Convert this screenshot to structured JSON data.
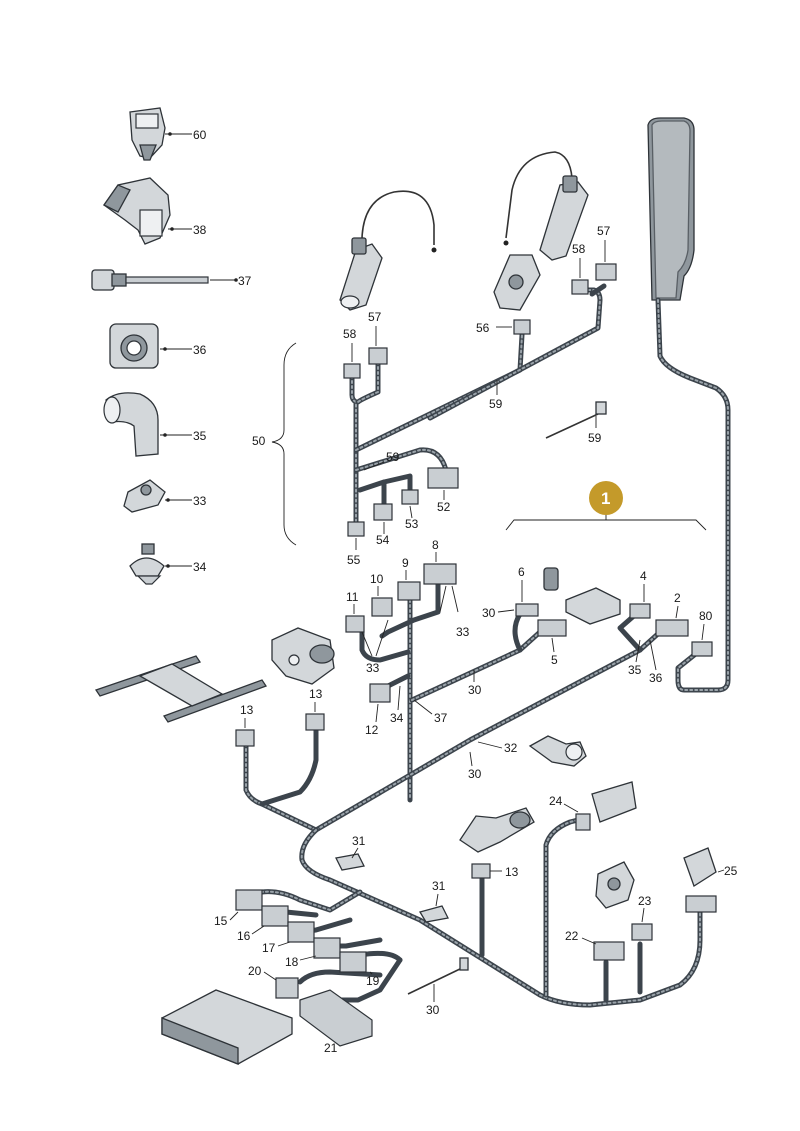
{
  "diagram": {
    "badge": {
      "text": "1",
      "color": "#c49a2a"
    },
    "colors": {
      "harness": "#3c444c",
      "part": "#d3d7da",
      "outline": "#2e3338"
    },
    "labels": {
      "l60": "60",
      "l38": "38",
      "l37": "37",
      "l36": "36",
      "l35": "35",
      "l33": "33",
      "l34": "34",
      "l50": "50",
      "l58a": "58",
      "l57a": "57",
      "l58b": "58",
      "l57b": "57",
      "l56": "56",
      "l59a": "59",
      "l59b": "59",
      "l59c": "59",
      "l55": "55",
      "l54": "54",
      "l53": "53",
      "l52": "52",
      "l8": "8",
      "l9": "9",
      "l10": "10",
      "l11": "11",
      "l33b": "33",
      "l33c": "33",
      "l6": "6",
      "l30a": "30",
      "l5": "5",
      "l4": "4",
      "l2": "2",
      "l80": "80",
      "l35b": "35",
      "l36b": "36",
      "l13a": "13",
      "l13b": "13",
      "l12": "12",
      "l34b": "34",
      "l37b": "37",
      "l30b": "30",
      "l32": "32",
      "l30c": "30",
      "l24": "24",
      "l31a": "31",
      "l13c": "13",
      "l31b": "31",
      "l25": "25",
      "l23": "23",
      "l22": "22",
      "l15": "15",
      "l16": "16",
      "l17": "17",
      "l18": "18",
      "l19": "19",
      "l20": "20",
      "l21": "21",
      "l30d": "30"
    }
  }
}
